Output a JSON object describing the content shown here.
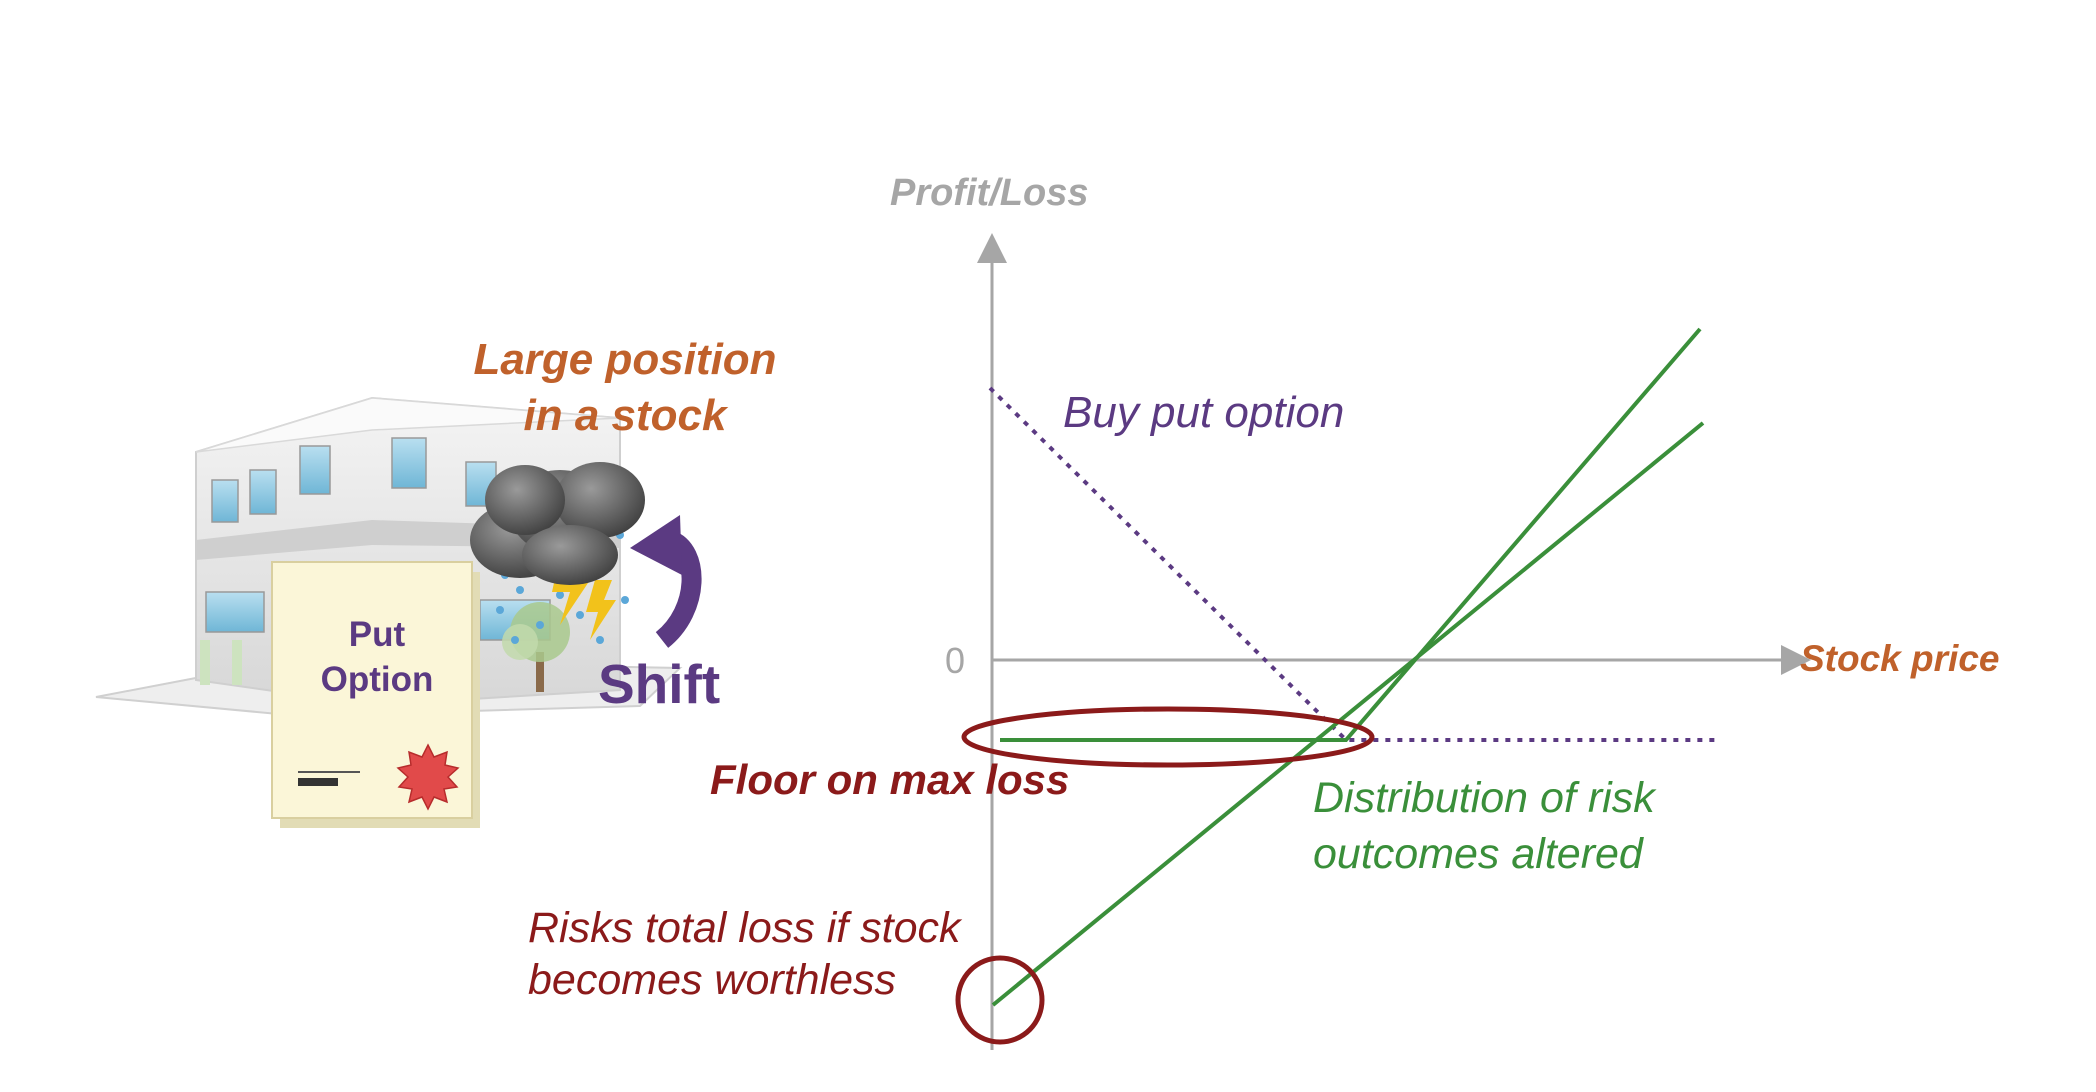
{
  "axes": {
    "y_label": "Profit/Loss",
    "x_label": "Stock price",
    "zero_label": "0"
  },
  "labels": {
    "buy_put": "Buy put option",
    "floor": "Floor on max loss",
    "distribution_line1": "Distribution of risk",
    "distribution_line2": "outcomes altered",
    "risk_line1": "Risks total loss if stock",
    "risk_line2": "becomes worthless"
  },
  "illustration": {
    "title_line1": "Large position",
    "title_line2": "in a stock",
    "shift": "Shift",
    "put_line1": "Put",
    "put_line2": "Option"
  },
  "colors": {
    "axis": "#a6a6a6",
    "stock_line": "#3a8f3a",
    "put_line": "#5b3a82",
    "highlight_ellipse": "#8b1a1a",
    "title_orange": "#c0612b",
    "document": "#fbf6d8"
  },
  "icons": [
    "building-icon",
    "storm-cloud-icon",
    "lightning-icon",
    "tree-icon",
    "curved-arrow-icon",
    "document-icon",
    "seal-icon"
  ]
}
